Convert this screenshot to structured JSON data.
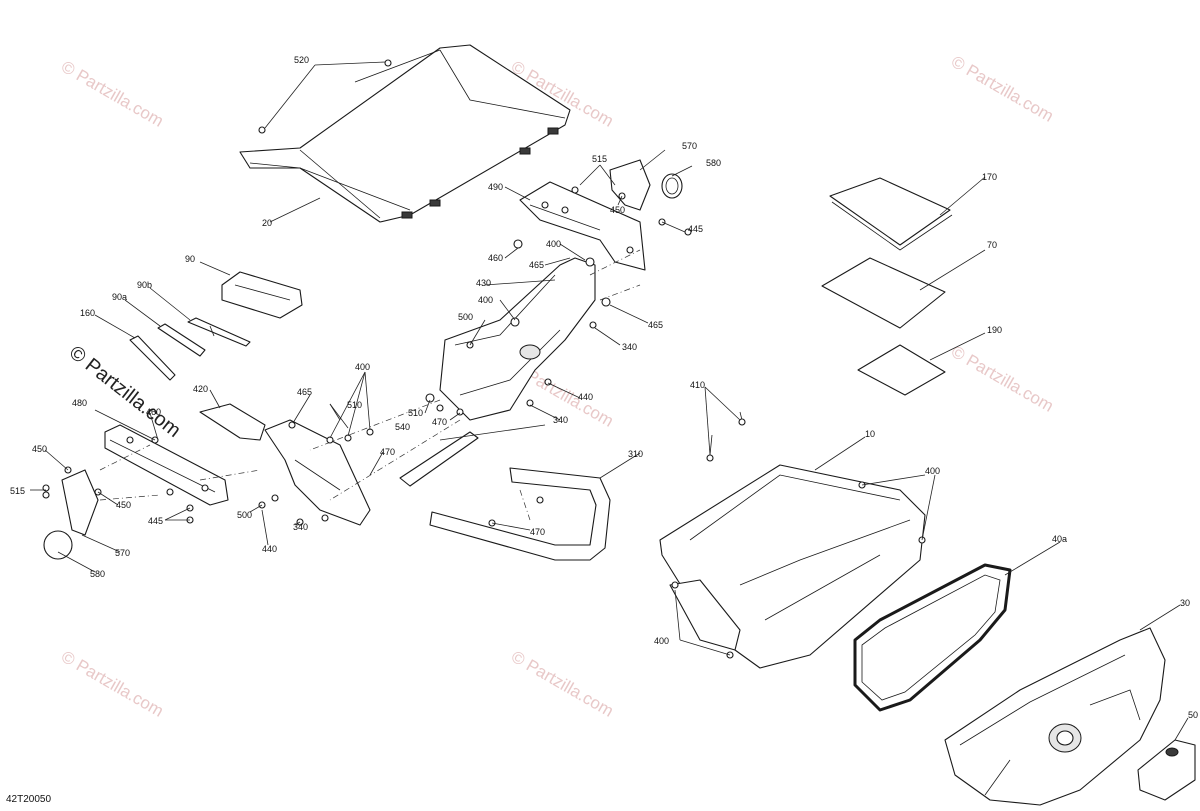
{
  "diagram": {
    "code": "42T20050",
    "watermark": "© Partzilla.com",
    "callouts": [
      {
        "id": "c520",
        "text": "520"
      },
      {
        "id": "c20",
        "text": "20"
      },
      {
        "id": "c515a",
        "text": "515"
      },
      {
        "id": "c570a",
        "text": "570"
      },
      {
        "id": "c580a",
        "text": "580"
      },
      {
        "id": "c490",
        "text": "490"
      },
      {
        "id": "c450a",
        "text": "450"
      },
      {
        "id": "c445a",
        "text": "445"
      },
      {
        "id": "c460a",
        "text": "460"
      },
      {
        "id": "c400a",
        "text": "400"
      },
      {
        "id": "c465a",
        "text": "465"
      },
      {
        "id": "c430",
        "text": "430"
      },
      {
        "id": "c400b",
        "text": "400"
      },
      {
        "id": "c465b",
        "text": "465"
      },
      {
        "id": "c500a",
        "text": "500"
      },
      {
        "id": "c340a",
        "text": "340"
      },
      {
        "id": "c90",
        "text": "90"
      },
      {
        "id": "c90b",
        "text": "90b"
      },
      {
        "id": "c90a",
        "text": "90a"
      },
      {
        "id": "c160",
        "text": "160"
      },
      {
        "id": "c420",
        "text": "420"
      },
      {
        "id": "c465c",
        "text": "465"
      },
      {
        "id": "c400c",
        "text": "400"
      },
      {
        "id": "c510a",
        "text": "510"
      },
      {
        "id": "c440a",
        "text": "440"
      },
      {
        "id": "c510b",
        "text": "510"
      },
      {
        "id": "c470a",
        "text": "470"
      },
      {
        "id": "c340b",
        "text": "340"
      },
      {
        "id": "c480",
        "text": "480"
      },
      {
        "id": "c460b",
        "text": "460"
      },
      {
        "id": "c450b",
        "text": "450"
      },
      {
        "id": "c515b",
        "text": "515"
      },
      {
        "id": "c450c",
        "text": "450"
      },
      {
        "id": "c445b",
        "text": "445"
      },
      {
        "id": "c570b",
        "text": "570"
      },
      {
        "id": "c580b",
        "text": "580"
      },
      {
        "id": "c470b",
        "text": "470"
      },
      {
        "id": "c540",
        "text": "540"
      },
      {
        "id": "c500b",
        "text": "500"
      },
      {
        "id": "c340c",
        "text": "340"
      },
      {
        "id": "c440b",
        "text": "440"
      },
      {
        "id": "c310",
        "text": "310"
      },
      {
        "id": "c470c",
        "text": "470"
      },
      {
        "id": "c170",
        "text": "170"
      },
      {
        "id": "c70",
        "text": "70"
      },
      {
        "id": "c190",
        "text": "190"
      },
      {
        "id": "c410",
        "text": "410"
      },
      {
        "id": "c10",
        "text": "10"
      },
      {
        "id": "c400d",
        "text": "400"
      },
      {
        "id": "c40a",
        "text": "40a"
      },
      {
        "id": "c400e",
        "text": "400"
      },
      {
        "id": "c30",
        "text": "30"
      },
      {
        "id": "c50",
        "text": "50"
      }
    ]
  }
}
